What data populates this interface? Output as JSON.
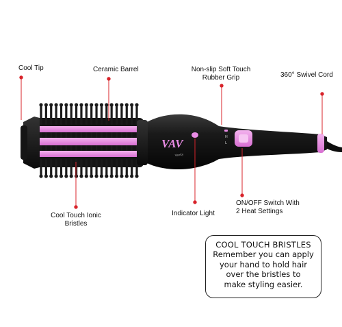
{
  "product": {
    "brand_mark": "VAV",
    "brand_text": "Vanity Rollstyler",
    "switch_marks": [
      "H",
      "L"
    ],
    "colors": {
      "body": "#151515",
      "accent": "#e98be4",
      "accent_dark": "#c55bc0",
      "callout": "#d8232a"
    }
  },
  "callouts": {
    "cool_tip": "Cool Tip",
    "ceramic_barrel": "Ceramic Barrel",
    "grip_line1": "Non-slip Soft Touch",
    "grip_line2": "Rubber Grip",
    "swivel_cord": "360° Swivel Cord",
    "bristles_line1": "Cool Touch Ionic",
    "bristles_line2": "Bristles",
    "indicator_light": "Indicator Light",
    "switch_line1": "ON/OFF Switch With",
    "switch_line2": "2 Heat Settings"
  },
  "note": {
    "title": "COOL TOUCH BRISTLES",
    "body_lines": [
      "Remember you can  apply",
      "your hand to hold hair",
      "over the bristles to",
      "make styling easier."
    ]
  }
}
